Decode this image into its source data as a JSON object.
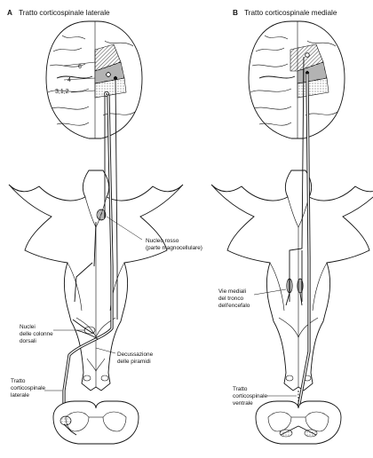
{
  "panels": [
    {
      "letter": "A",
      "title": "Tratto corticospinale laterale",
      "cortical_areas": [
        "6",
        "4",
        "3,1,2"
      ],
      "labels": {
        "red_nucleus_line1": "Nucleo rosso",
        "red_nucleus_line2": "(parte magnocellulare)",
        "dorsal_nuclei_line1": "Nuclei",
        "dorsal_nuclei_line2": "delle colonne",
        "dorsal_nuclei_line3": "dorsali",
        "decussation_line1": "Decussazione",
        "decussation_line2": "delle piramidi",
        "tract_line1": "Tratto",
        "tract_line2": "corticospinale",
        "tract_line3": "laterale"
      }
    },
    {
      "letter": "B",
      "title": "Tratto corticospinale mediale",
      "labels": {
        "medial_line1": "Vie mediali",
        "medial_line2": "del tronco",
        "medial_line3": "dell'encefalo",
        "tract_line1": "Tratto",
        "tract_line2": "corticospinale",
        "tract_line3": "ventrale"
      }
    }
  ]
}
